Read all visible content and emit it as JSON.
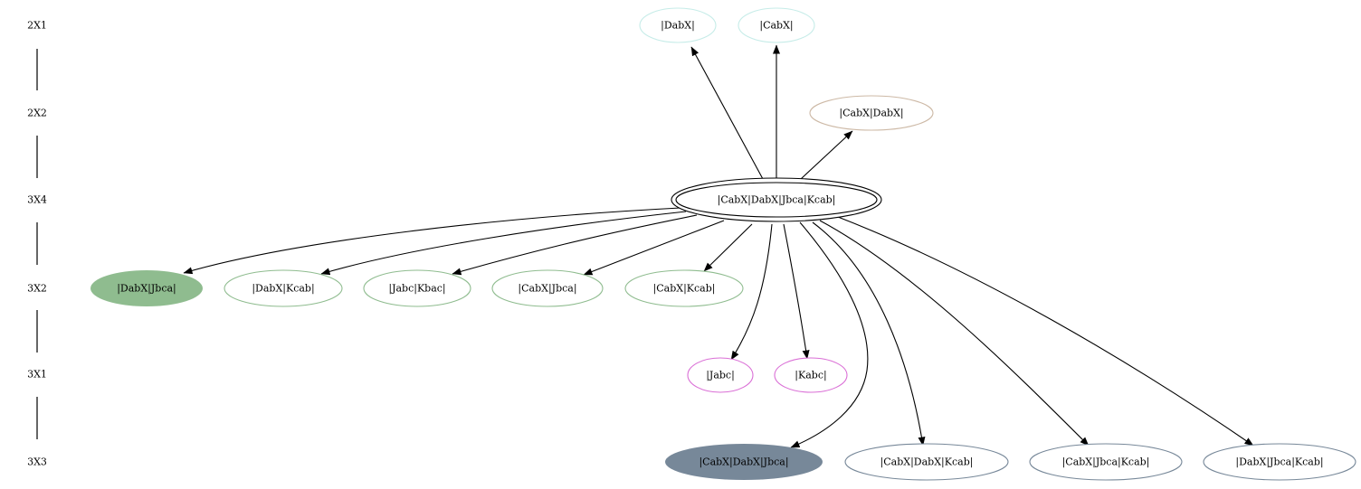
{
  "ranks": [
    {
      "id": "r1",
      "label": "2X1"
    },
    {
      "id": "r2",
      "label": "2X2"
    },
    {
      "id": "r3",
      "label": "3X4"
    },
    {
      "id": "r4",
      "label": "3X2"
    },
    {
      "id": "r5",
      "label": "3X1"
    },
    {
      "id": "r6",
      "label": "3X3"
    }
  ],
  "colors": {
    "rank_2x1": "#c6ece8",
    "rank_2x2": "#cdb9a6",
    "rank_3x2": "#8fbc8f",
    "rank_3x1": "#da6fd6",
    "rank_3x3": "#778899",
    "edge": "#000000"
  },
  "nodes": [
    {
      "id": "n1",
      "label": "|DabX|",
      "rank": "2X1",
      "style": "outline",
      "color": "#c6ece8"
    },
    {
      "id": "n2",
      "label": "|CabX|",
      "rank": "2X1",
      "style": "outline",
      "color": "#c6ece8"
    },
    {
      "id": "n3",
      "label": "|CabX|DabX|",
      "rank": "2X2",
      "style": "outline",
      "color": "#cdb9a6"
    },
    {
      "id": "n4",
      "label": "|CabX|DabX|Jbca|Kcab|",
      "rank": "3X4",
      "style": "double",
      "color": "#000000"
    },
    {
      "id": "n5",
      "label": "|DabX|Jbca|",
      "rank": "3X2",
      "style": "filled",
      "color": "#8fbc8f"
    },
    {
      "id": "n6",
      "label": "|DabX|Kcab|",
      "rank": "3X2",
      "style": "outline",
      "color": "#8fbc8f"
    },
    {
      "id": "n7",
      "label": "|Jabc|Kbac|",
      "rank": "3X2",
      "style": "outline",
      "color": "#8fbc8f"
    },
    {
      "id": "n8",
      "label": "|CabX|Jbca|",
      "rank": "3X2",
      "style": "outline",
      "color": "#8fbc8f"
    },
    {
      "id": "n9",
      "label": "|CabX|Kcab|",
      "rank": "3X2",
      "style": "outline",
      "color": "#8fbc8f"
    },
    {
      "id": "n10",
      "label": "|Jabc|",
      "rank": "3X1",
      "style": "outline",
      "color": "#da6fd6"
    },
    {
      "id": "n11",
      "label": "|Kabc|",
      "rank": "3X1",
      "style": "outline",
      "color": "#da6fd6"
    },
    {
      "id": "n12",
      "label": "|CabX|DabX|Jbca|",
      "rank": "3X3",
      "style": "filled",
      "color": "#778899"
    },
    {
      "id": "n13",
      "label": "|CabX|DabX|Kcab|",
      "rank": "3X3",
      "style": "outline",
      "color": "#778899"
    },
    {
      "id": "n14",
      "label": "|CabX|Jbca|Kcab|",
      "rank": "3X3",
      "style": "outline",
      "color": "#778899"
    },
    {
      "id": "n15",
      "label": "|DabX|Jbca|Kcab|",
      "rank": "3X3",
      "style": "outline",
      "color": "#778899"
    }
  ],
  "edges": [
    {
      "from": "n4",
      "to": "n1"
    },
    {
      "from": "n4",
      "to": "n2"
    },
    {
      "from": "n4",
      "to": "n3"
    },
    {
      "from": "n4",
      "to": "n5"
    },
    {
      "from": "n4",
      "to": "n6"
    },
    {
      "from": "n4",
      "to": "n7"
    },
    {
      "from": "n4",
      "to": "n8"
    },
    {
      "from": "n4",
      "to": "n9"
    },
    {
      "from": "n4",
      "to": "n10"
    },
    {
      "from": "n4",
      "to": "n11"
    },
    {
      "from": "n4",
      "to": "n12"
    },
    {
      "from": "n4",
      "to": "n13"
    },
    {
      "from": "n4",
      "to": "n14"
    },
    {
      "from": "n4",
      "to": "n15"
    }
  ]
}
